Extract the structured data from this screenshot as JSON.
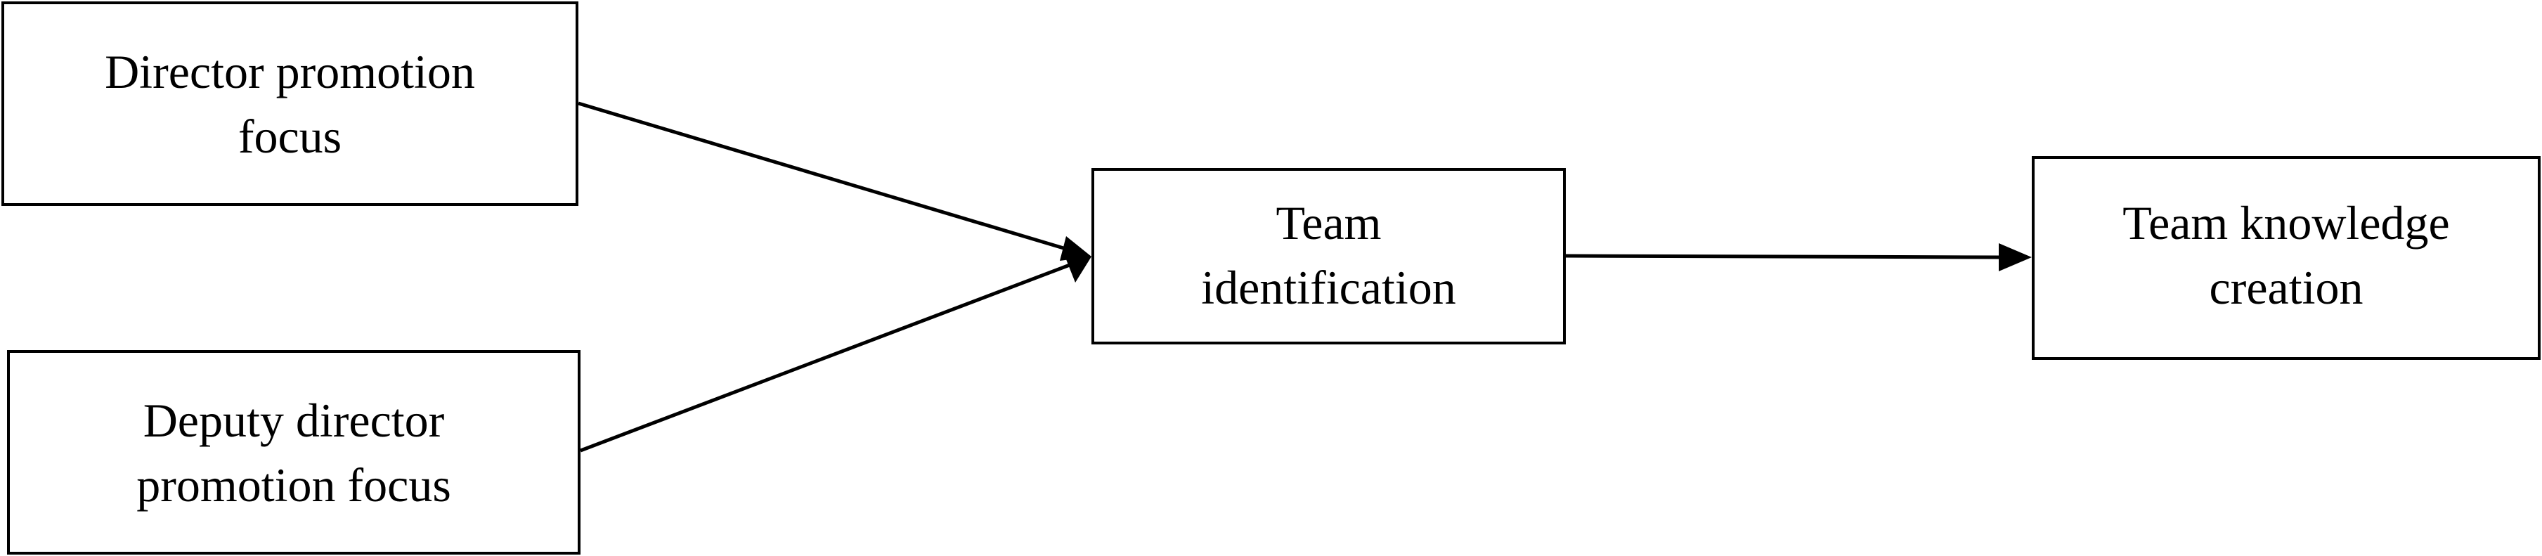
{
  "diagram": {
    "nodes": [
      {
        "id": "director",
        "label": "Director promotion\nfocus"
      },
      {
        "id": "deputy",
        "label": "Deputy director\npromotion focus"
      },
      {
        "id": "identification",
        "label": "Team\nidentification"
      },
      {
        "id": "knowledge",
        "label": "Team knowledge\ncreation"
      }
    ],
    "edges": [
      {
        "from": "director",
        "to": "identification"
      },
      {
        "from": "deputy",
        "to": "identification"
      },
      {
        "from": "identification",
        "to": "knowledge"
      }
    ],
    "colors": {
      "stroke": "#000000",
      "background": "#ffffff"
    }
  }
}
